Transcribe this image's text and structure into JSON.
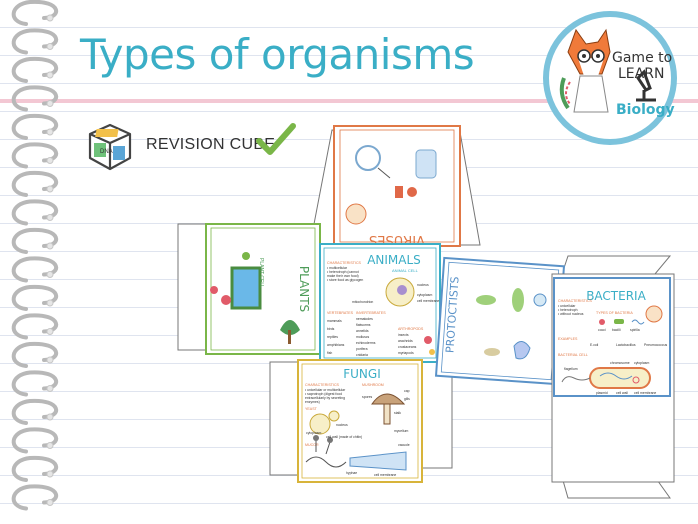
{
  "page": {
    "title": "Types of organisms",
    "revision_label": "REVISION CUBE"
  },
  "logo": {
    "line1": "Game to",
    "line2": "LEARN",
    "line3": "Biology"
  },
  "cube_icon": {
    "text": "DNA"
  },
  "faces": {
    "viruses": {
      "title": "VIRUSES"
    },
    "plants": {
      "title": "PLANTS",
      "sub": "PLANT CELL"
    },
    "animals": {
      "title": "ANIMALS",
      "sub": "ANIMAL CELL",
      "characteristics_head": "CHARACTERISTICS",
      "characteristics": [
        "• multicellular",
        "• heterotroph (cannot",
        "make their own food)",
        "• store food as glycogen"
      ],
      "vertebrates_head": "VERTEBRATES",
      "vertebrates": [
        "mammals",
        "birds",
        "reptiles",
        "amphibians",
        "fish"
      ],
      "invertebrates_head": "INVERTEBRATES",
      "invertebrates": [
        "nematodes",
        "flatworms",
        "annelids",
        "molluscs",
        "echinoderms",
        "porifera",
        "cnidaria"
      ],
      "arthropods_head": "ARTHROPODS",
      "arthropods": [
        "insects",
        "arachnids",
        "crustaceans",
        "myriapods"
      ],
      "labels": [
        "nucleus",
        "cytoplasm",
        "cell membrane",
        "mitochondrion"
      ]
    },
    "protoctists": {
      "title": "PROTOCTISTS"
    },
    "bacteria": {
      "title": "BACTERIA",
      "characteristics_head": "CHARACTERISTICS",
      "characteristics": [
        "• unicellular",
        "• heterotroph",
        "• without nucleus"
      ],
      "types_head": "TYPES OF BACTERIA",
      "types": [
        "cocci",
        "bacilli",
        "spirilla"
      ],
      "examples_head": "EXAMPLES",
      "examples": [
        "E.coli",
        "Lactobacillus",
        "Pneumococcus"
      ],
      "cell_head": "BACTERIAL CELL",
      "cell_labels": [
        "flagellum",
        "plasmid",
        "cell wall",
        "cell membrane",
        "chromosome",
        "cytoplasm"
      ]
    },
    "fungi": {
      "title": "FUNGI",
      "characteristics_head": "CHARACTERISTICS",
      "characteristics": [
        "• unicellular or multicellular",
        "• saprotroph (digest food",
        "extracellularly by secreting",
        "enzymes)"
      ],
      "yeast_head": "YEAST",
      "mushroom_head": "MUSHROOM",
      "mucor_head": "MUCOR",
      "labels": [
        "nucleus",
        "cytoplasm",
        "cell wall (made of chitin)",
        "cap",
        "gills",
        "stalk",
        "spores",
        "hyphae",
        "mycelium",
        "cell membrane",
        "vacuole"
      ]
    }
  }
}
